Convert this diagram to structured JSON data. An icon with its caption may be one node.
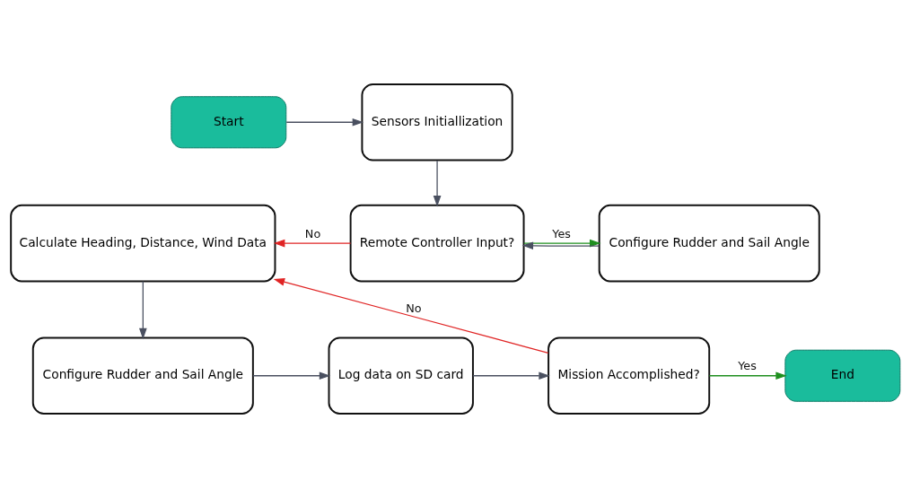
{
  "diagram": {
    "nodes": [
      {
        "text": [
          "Start"
        ]
      },
      {
        "text": [
          "Sensors Initiallization"
        ]
      },
      {
        "text": [
          "Remote Controller Input?"
        ]
      },
      {
        "text": [
          "Configure Rudder and Sail Angle"
        ]
      },
      {
        "text": [
          "Calculate Heading, Distance, Wind Data"
        ]
      },
      {
        "text": [
          "Configure Rudder and Sail Angle"
        ]
      },
      {
        "text": [
          "Log data on SD card"
        ]
      },
      {
        "text": [
          "Mission Accomplished?"
        ]
      },
      {
        "text": [
          "End"
        ]
      }
    ],
    "edges": [
      {
        "from": 0,
        "to": 1,
        "arrow": "to"
      },
      {
        "from": 1,
        "to": 2,
        "arrow": "to"
      },
      {
        "from": 2,
        "to": 4,
        "arrow": "to",
        "label": "No",
        "color": "#e02424"
      },
      {
        "from": 2,
        "to": 3,
        "arrow": "to",
        "label": "Yes",
        "color": "#1f8f1f"
      },
      {
        "from": 3,
        "to": 2,
        "arrow": "to"
      },
      {
        "from": 7,
        "to": 4,
        "arrow": "to",
        "label": "No",
        "color": "#e02424"
      },
      {
        "from": 4,
        "to": 5,
        "arrow": "to"
      },
      {
        "from": 5,
        "to": 6,
        "arrow": "to"
      },
      {
        "from": 6,
        "to": 7,
        "arrow": "to"
      },
      {
        "from": 7,
        "to": 8,
        "arrow": "to",
        "label": "Yes",
        "color": "#1f8f1f"
      }
    ]
  }
}
